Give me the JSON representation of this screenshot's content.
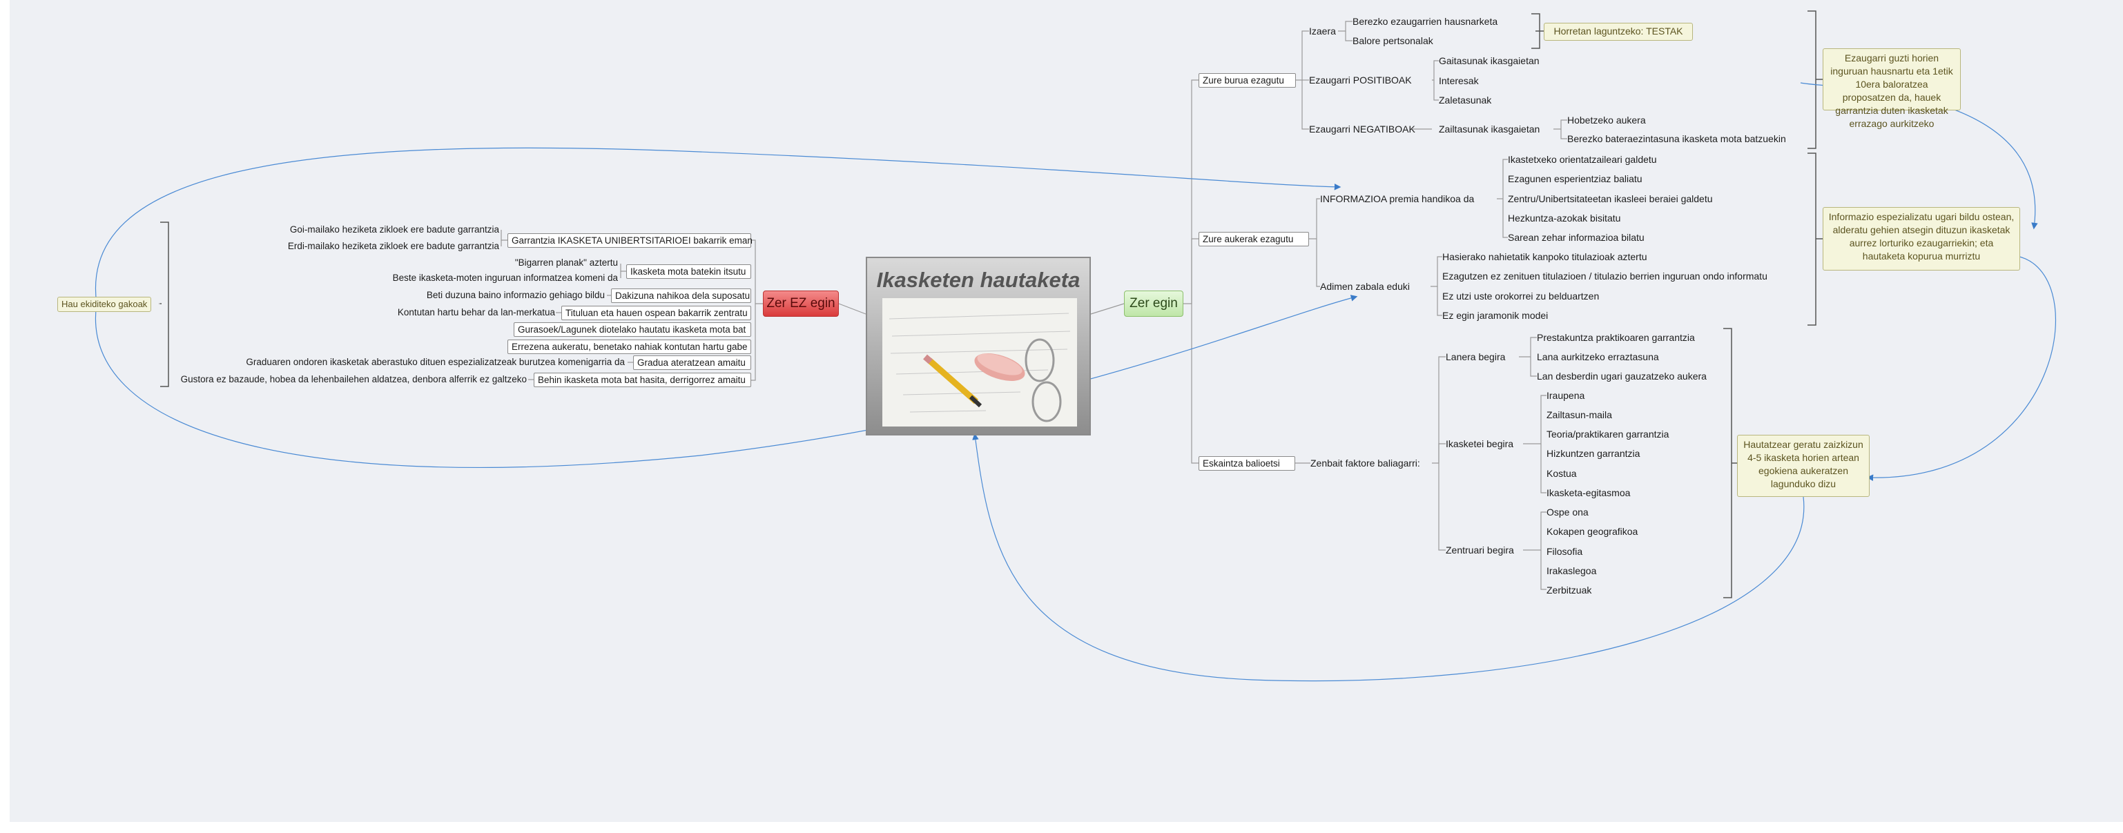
{
  "central": {
    "title": "Ikasketen hautaketa"
  },
  "branches": {
    "zer_ez_egin": "Zer EZ egin",
    "zer_egin": "Zer egin"
  },
  "left": {
    "note": "Hau ekiditeko gakoak",
    "items": [
      {
        "label": "Garrantzia IKASKETA UNIBERTSITARIOEI bakarrik eman",
        "children": [
          "Goi-mailako heziketa zikloek ere badute garrantzia",
          "Erdi-mailako heziketa zikloek ere badute garrantzia"
        ]
      },
      {
        "label": "Ikasketa mota batekin itsutu",
        "children": [
          "\"Bigarren planak\" aztertu",
          "Beste ikasketa-moten inguruan informatzea komeni da"
        ]
      },
      {
        "label": "Dakizuna nahikoa dela suposatu",
        "children": [
          "Beti duzuna baino informazio gehiago bildu"
        ]
      },
      {
        "label": "Tituluan eta hauen ospean bakarrik zentratu",
        "children": [
          "Kontutan hartu behar da lan-merkatua"
        ]
      },
      {
        "label": "Gurasoek/Lagunek diotelako hautatu ikasketa  mota bat",
        "children": []
      },
      {
        "label": "Errezena aukeratu, benetako nahiak kontutan hartu gabe",
        "children": []
      },
      {
        "label": "Gradua ateratzean amaitu",
        "children": [
          "Graduaren ondoren ikasketak aberastuko dituen espezializatzeak burutzea komenigarria da"
        ]
      },
      {
        "label": "Behin ikasketa mota bat hasita, derrigorrez amaitu",
        "children": [
          "Gustora ez bazaude, hobea da lehenbailehen aldatzea, denbora alferrik ez galtzeko"
        ]
      }
    ]
  },
  "right": {
    "zure_burua": {
      "label": "Zure burua ezagutu",
      "izaera": {
        "label": "Izaera",
        "children": [
          "Berezko ezaugarrien hausnarketa",
          "Balore pertsonalak"
        ]
      },
      "positiboak": {
        "label": "Ezaugarri POSITIBOAK",
        "children": [
          "Gaitasunak ikasgaietan",
          "Interesak",
          "Zaletasunak"
        ]
      },
      "negatiboak": {
        "label": "Ezaugarri NEGATIBOAK",
        "sub": "Zailtasunak ikasgaietan",
        "children": [
          "Hobetzeko aukera",
          "Berezko bateraezintasuna ikasketa mota batzuekin"
        ]
      }
    },
    "zure_aukerak": {
      "label": "Zure aukerak ezagutu",
      "informazioa": {
        "label": "INFORMAZIOA premia handikoa da",
        "children": [
          "Ikastetxeko orientatzaileari galdetu",
          "Ezagunen esperientziaz baliatu",
          "Zentru/Unibertsitateetan ikasleei beraiei galdetu",
          "Hezkuntza-azokak bisitatu",
          "Sarean zehar informazioa bilatu"
        ]
      },
      "adimen": {
        "label": "Adimen zabala eduki",
        "children": [
          "Hasierako nahietatik kanpoko titulazioak aztertu",
          "Ezagutzen ez zenituen titulazioen / titulazio berrien inguruan ondo informatu",
          "Ez utzi uste orokorrei zu belduartzen",
          "Ez egin jaramonik modei"
        ]
      }
    },
    "eskaintza": {
      "label": "Eskaintza balioetsi",
      "faktoreak": "Zenbait faktore baliagarri:",
      "lanera": {
        "label": "Lanera begira",
        "children": [
          "Prestakuntza  praktikoaren garrantzia",
          "Lana aurkitzeko erraztasuna",
          "Lan desberdin ugari gauzatzeko aukera"
        ]
      },
      "ikasketei": {
        "label": "Ikasketei begira",
        "children": [
          "Iraupena",
          "Zailtasun-maila",
          "Teoria/praktikaren garrantzia",
          "Hizkuntzen garrantzia",
          "Kostua",
          "Ikasketa-egitasmoa"
        ]
      },
      "zentruari": {
        "label": "Zentruari begira",
        "children": [
          "Ospe ona",
          "Kokapen geografikoa",
          "Filosofia",
          "Irakaslegoa",
          "Zerbitzuak"
        ]
      }
    },
    "notes": {
      "testak": "Horretan laguntzeko: TESTAK",
      "ezaugarri": "Ezaugarri guzti horien inguruan hausnartu eta 1etik 10era baloratzea proposatzen da, hauek garrantzia duten ikasketak errazago aurkitzeko",
      "informazio": "Informazio espezializatu ugari bildu ostean, alderatu gehien atsegin dituzun ikasketak aurrez lorturiko ezaugarriekin; eta hautaketa kopurua murriztu",
      "hautatzear": "Hautatzear geratu zaizkizun 4-5 ikasketa horien artean egokiena aukeratzen lagunduko dizu"
    }
  }
}
